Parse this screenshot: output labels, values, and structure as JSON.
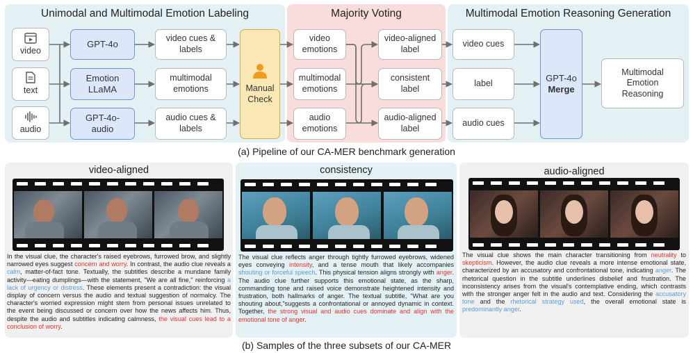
{
  "pipeline": {
    "panel1_title": "Unimodal and Multimodal Emotion Labeling",
    "panel2_title": "Majority Voting",
    "panel3_title": "Multimodal Emotion Reasoning Generation",
    "inputs": {
      "video": "video",
      "text": "text",
      "audio": "audio"
    },
    "models": {
      "gpt4o": "GPT-4o",
      "emotion_llama": "Emotion LLaMA",
      "gpt4o_audio": "GPT-4o-audio"
    },
    "cues": {
      "video": "video cues & labels",
      "multimodal": "multimodal emotions",
      "audio": "audio cues & labels"
    },
    "manual_check": "Manual Check",
    "voting_inputs": {
      "video": "video emotions",
      "multimodal": "multimodal emotions",
      "audio": "audio emotions"
    },
    "voting_outputs": {
      "video": "video-aligned label",
      "consistent": "consistent label",
      "audio": "audio-aligned label"
    },
    "reasoning_inputs": {
      "video": "video cues",
      "label": "label",
      "audio": "audio cues"
    },
    "merge": {
      "model": "GPT-4o",
      "action": "Merge"
    },
    "output": "Multimodal Emotion Reasoning",
    "caption": "(a) Pipeline of our CA-MER benchmark generation"
  },
  "samples": {
    "video": {
      "title": "video-aligned",
      "text": [
        {
          "t": "In the visual clue, the character's raised eyebrows, furrowed brow, and slightly narrowed eyes suggest "
        },
        {
          "t": "concern and worry",
          "c": "red"
        },
        {
          "t": ". In contrast, the audio clue reveals a "
        },
        {
          "t": "calm",
          "c": "blue"
        },
        {
          "t": ", matter-of-fact tone. Textually, the subtitles describe a mundane family activity—eating dumplings—with the statement, \"We are all fine,\" reinforcing "
        },
        {
          "t": "a lack of urgency or distress",
          "c": "blue"
        },
        {
          "t": ". These elements present a contradiction: the visual display of concern versus the audio and textual suggestion of normalcy. The character's worried expression might stem from personal issues unrelated to the event being discussed or concern over how the news affects him. Thus, despite the audio and subtitles indicating calmness, "
        },
        {
          "t": "the visual cues lead to a conclusion of worry",
          "c": "red"
        },
        {
          "t": "."
        }
      ]
    },
    "consistency": {
      "title": "consistency",
      "text": [
        {
          "t": "The visual clue reflects anger through tightly furrowed eyebrows, widened eyes conveying "
        },
        {
          "t": "intensity",
          "c": "red"
        },
        {
          "t": ", and a tense mouth that likely accompanies "
        },
        {
          "t": "shouting or forceful speech",
          "c": "blue"
        },
        {
          "t": ". This physical tension aligns strongly with "
        },
        {
          "t": "anger",
          "c": "red"
        },
        {
          "t": ". The audio clue further supports this emotional state, as the sharp, commanding tone and raised voice demonstrate heightened intensity and frustration, both hallmarks of anger. The textual subtitle, \"What are you shouting about,\"suggests a confrontational or annoyed dynamic in context. Together, "
        },
        {
          "t": "the strong visual and audio cues dominate and align with the emotional tone of anger",
          "c": "red"
        },
        {
          "t": "."
        }
      ]
    },
    "audio": {
      "title": "audio-aligned",
      "text": [
        {
          "t": "The visual clue shows the main character transitioning from "
        },
        {
          "t": "neutrality",
          "c": "red"
        },
        {
          "t": " to "
        },
        {
          "t": "skepticism",
          "c": "red"
        },
        {
          "t": ". However, the audio clue reveals a more intense emotional state, characterized by an accusatory and confrontational tone, indicating "
        },
        {
          "t": "anger",
          "c": "blue"
        },
        {
          "t": ". The rhetorical question in the subtitle underlines disbelief and frustration. The inconsistency arises from the visual's contemplative ending, which contrasts with the stronger anger felt in the audio and text. Considering the "
        },
        {
          "t": "accusatory tone",
          "c": "blue"
        },
        {
          "t": " and the "
        },
        {
          "t": "rhetorical strategy used",
          "c": "blue"
        },
        {
          "t": ", the overall emotional state is "
        },
        {
          "t": "predominantly anger",
          "c": "blue"
        },
        {
          "t": "."
        }
      ]
    },
    "caption": "(b) Samples of the three subsets of our CA-MER"
  }
}
